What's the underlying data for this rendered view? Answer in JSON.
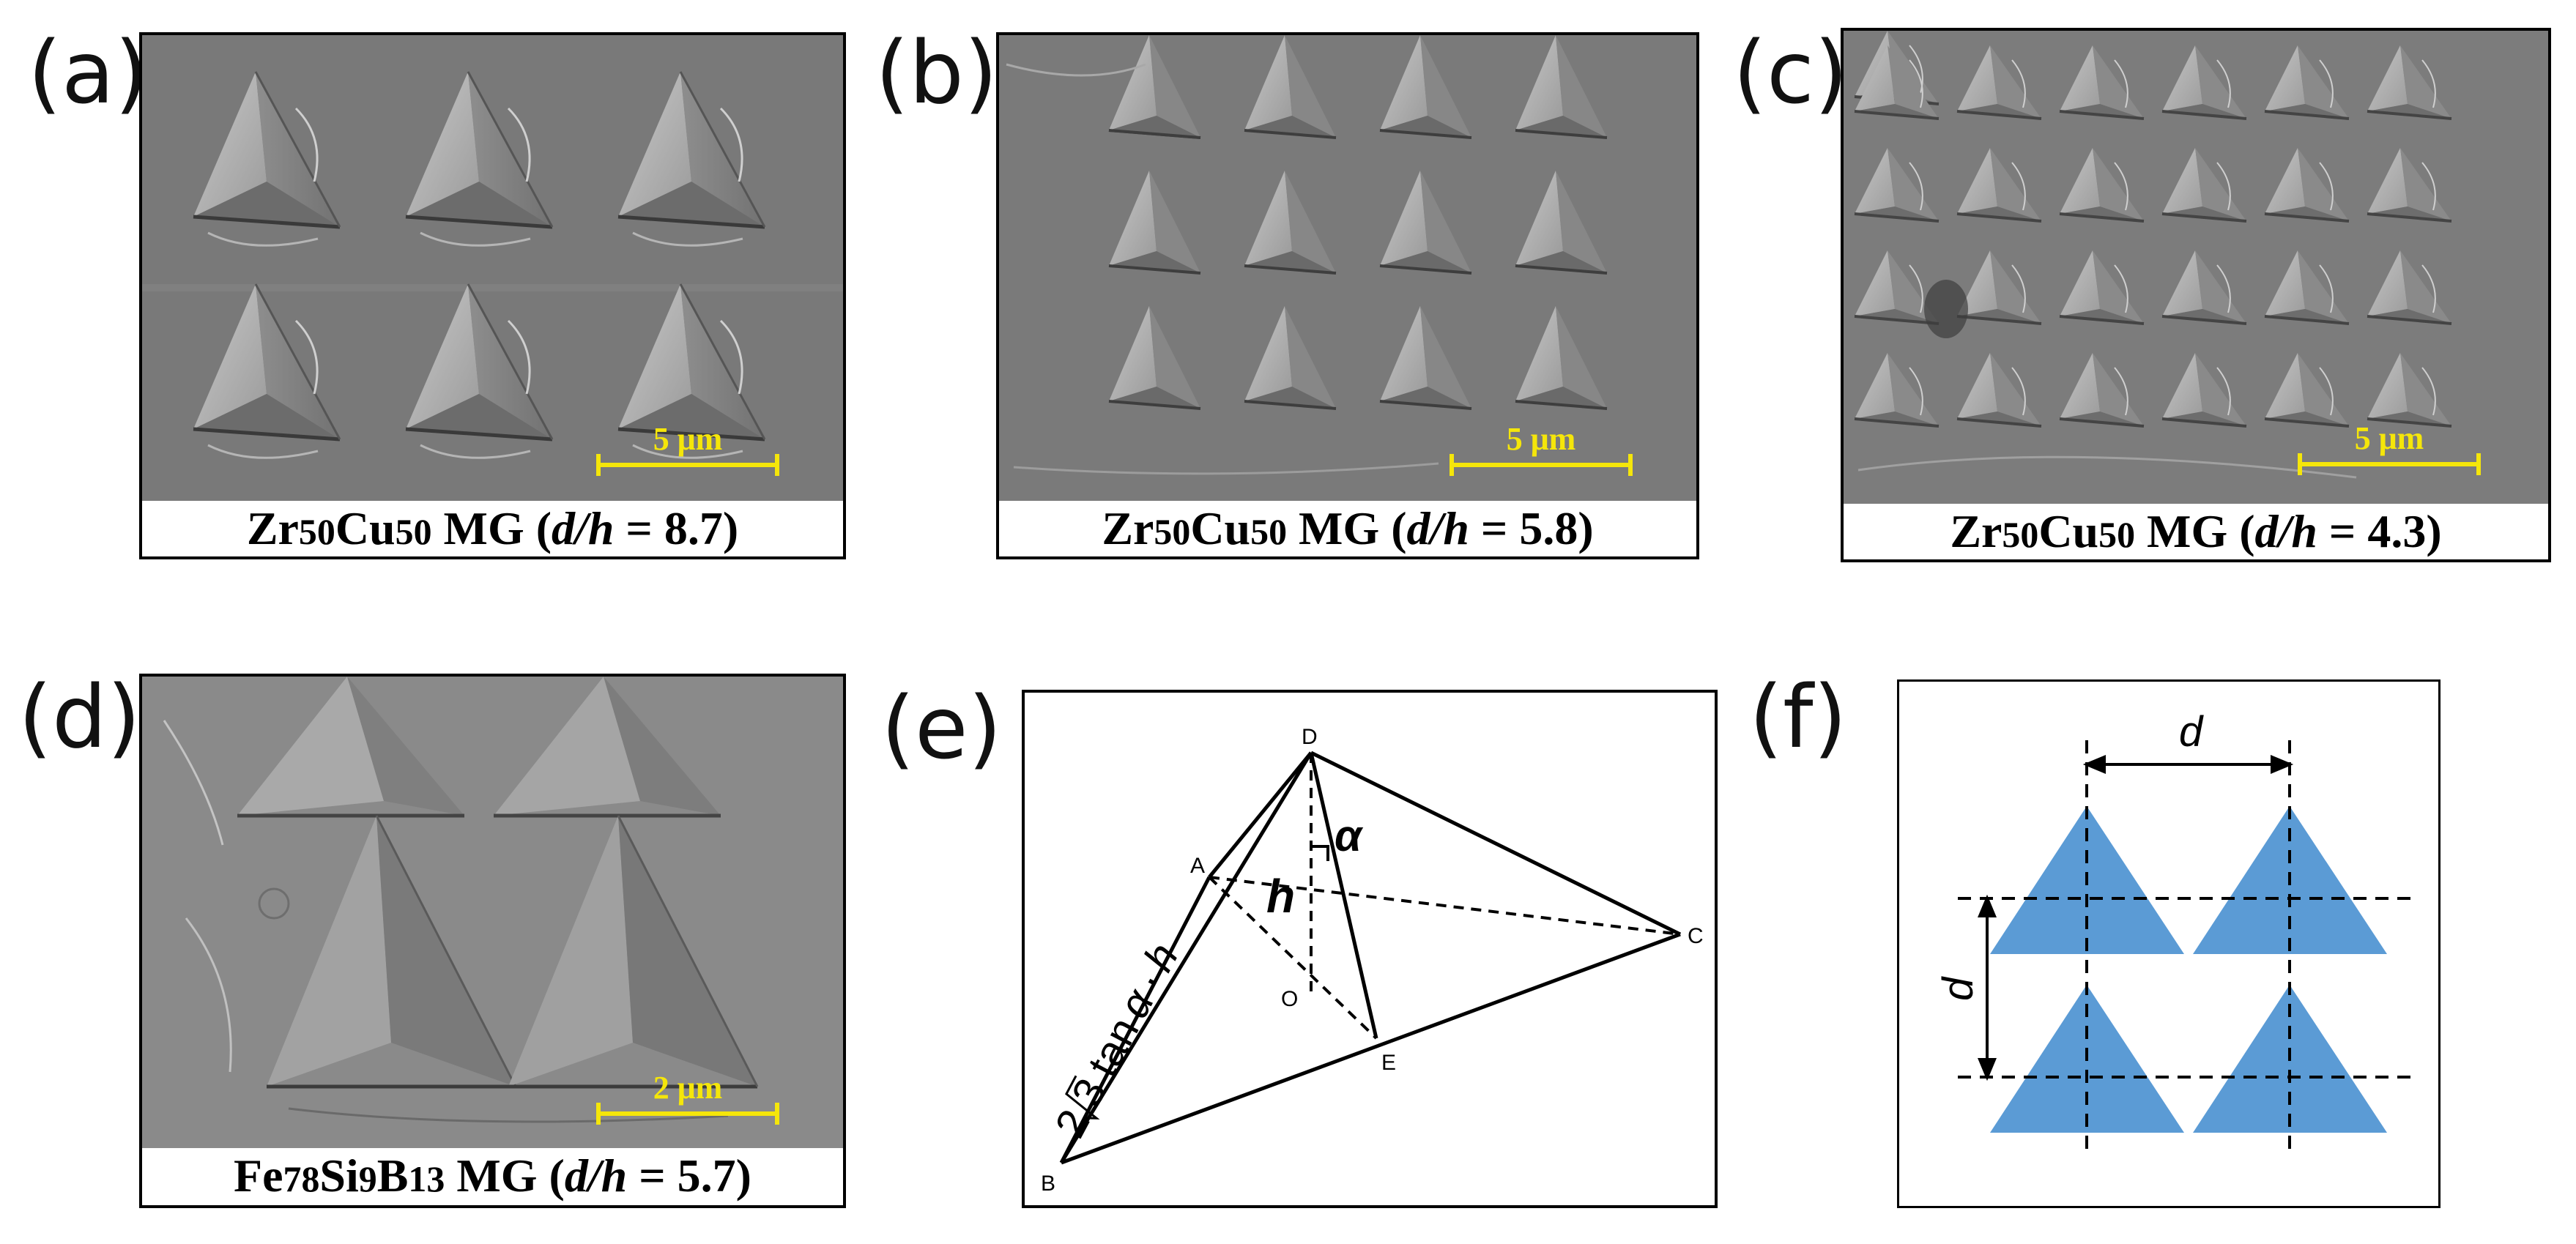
{
  "panels": [
    {
      "letter": "(a)",
      "caption": {
        "element1": "Zr",
        "sub1": "50",
        "element2": "Cu",
        "sub2": "50",
        "mg": " MG (",
        "dh": "d/h",
        "eq": " = 8.7)"
      },
      "scale_label": "5 μm"
    },
    {
      "letter": "(b)",
      "caption": {
        "element1": "Zr",
        "sub1": "50",
        "element2": "Cu",
        "sub2": "50",
        "mg": " MG (",
        "dh": "d/h",
        "eq": " = 5.8)"
      },
      "scale_label": "5 μm"
    },
    {
      "letter": "(c)",
      "caption": {
        "element1": "Zr",
        "sub1": "50",
        "element2": "Cu",
        "sub2": "50",
        "mg": " MG (",
        "dh": "d/h",
        "eq": " = 4.3)"
      },
      "scale_label": "5 μm"
    },
    {
      "letter": "(d)",
      "caption": {
        "element1": "Fe",
        "sub1": "78",
        "element2": "Si",
        "sub2": "9",
        "element3": "B",
        "sub3": "13",
        "mg": " MG (",
        "dh": "d/h",
        "eq": " = 5.7)"
      },
      "scale_label": "2 μm"
    },
    {
      "letter": "(e)"
    },
    {
      "letter": "(f)"
    }
  ],
  "diagram_e": {
    "points": {
      "D": "D",
      "A": "A",
      "O": "O",
      "C": "C",
      "E": "E",
      "B": "B"
    },
    "h_label": "h",
    "alpha_label": "α",
    "edge_label_prefix": "2",
    "edge_label_sqrt": "3",
    "edge_label_tan": "tan",
    "edge_label_alpha": "α",
    "edge_label_dot": "·",
    "edge_label_h": "h"
  },
  "diagram_f": {
    "d_horizontal": "d",
    "d_vertical": "d",
    "triangle_color": "#5b9bd5"
  },
  "colors": {
    "sem_gray": "#7a7a7a",
    "scale_yellow": "#f5e60a"
  }
}
